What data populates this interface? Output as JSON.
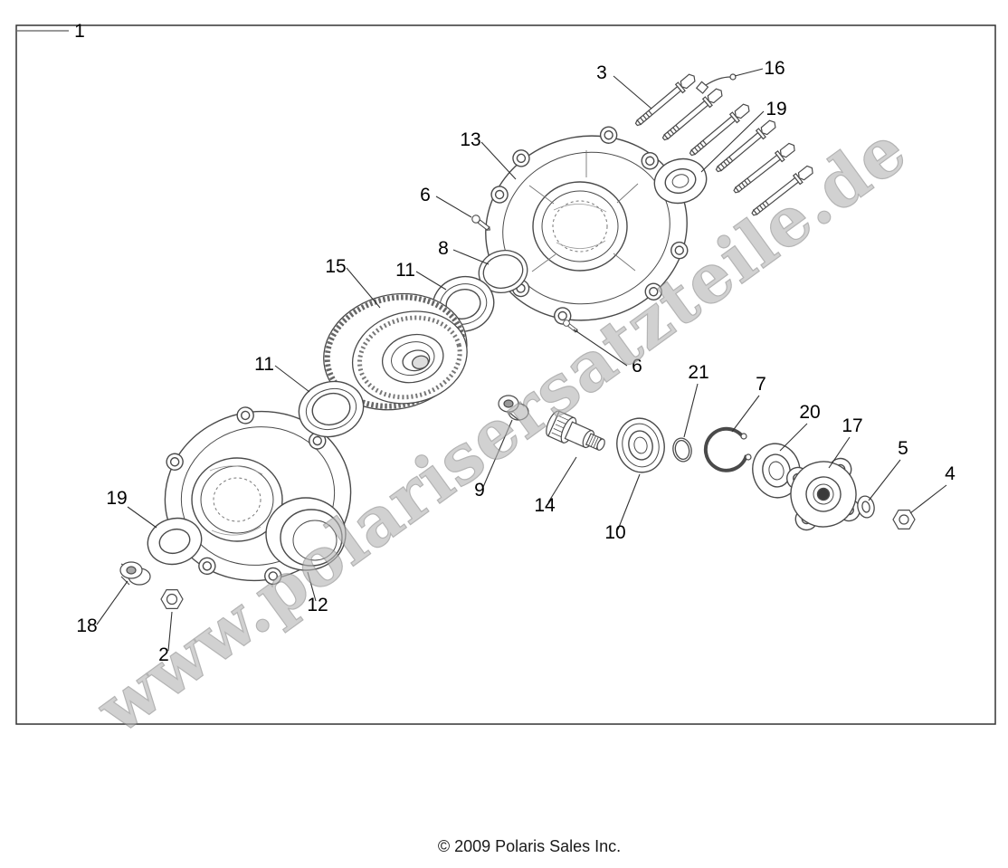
{
  "figure": {
    "watermark": "www.polarisersatzteile.de",
    "copyright": "© 2009 Polaris Sales Inc."
  },
  "callouts": {
    "1": "1",
    "2": "2",
    "3": "3",
    "4": "4",
    "5": "5",
    "6": "6",
    "7": "7",
    "8": "8",
    "9": "9",
    "10": "10",
    "11": "11",
    "12": "12",
    "13": "13",
    "14": "14",
    "15": "15",
    "16": "16",
    "17": "17",
    "18": "18",
    "19": "19",
    "20": "20",
    "21": "21"
  }
}
